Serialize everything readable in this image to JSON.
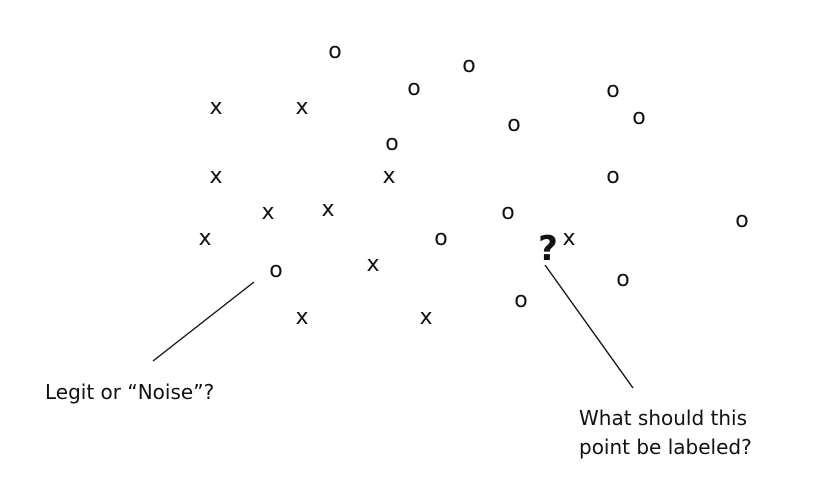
{
  "marks": {
    "cross_glyph": "x",
    "circle_glyph": "o",
    "query_glyph": "?"
  },
  "annotations": {
    "noise_question": "Legit or “Noise”?",
    "label_question_line1": "What should this",
    "label_question_line2": "point be labeled?"
  }
}
